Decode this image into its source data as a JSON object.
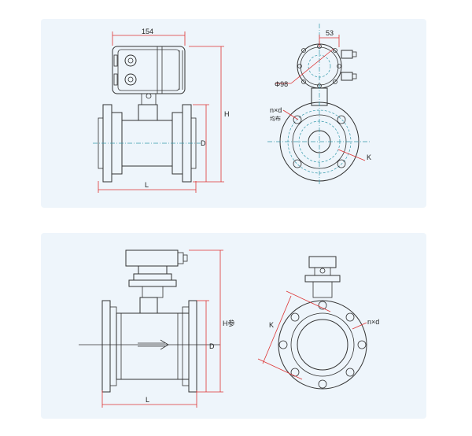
{
  "diagrams": {
    "top": {
      "side_view": {
        "dim_width": "154",
        "dim_height": "H",
        "dim_diameter": "D",
        "dim_length": "L"
      },
      "end_view": {
        "dim_offset": "53",
        "dim_phi": "Φ98",
        "dim_holes": "n×d",
        "dim_holes_note": "均布",
        "dim_k": "K"
      }
    },
    "bottom": {
      "side_view": {
        "dim_height": "H参",
        "dim_diameter": "D",
        "dim_length": "L"
      },
      "end_view": {
        "dim_k": "K",
        "dim_holes": "n×d"
      }
    }
  },
  "colors": {
    "panel_bg": "#eef5fb",
    "line": "#333333",
    "dimension": "#dd3333",
    "centerline": "#3399aa"
  }
}
